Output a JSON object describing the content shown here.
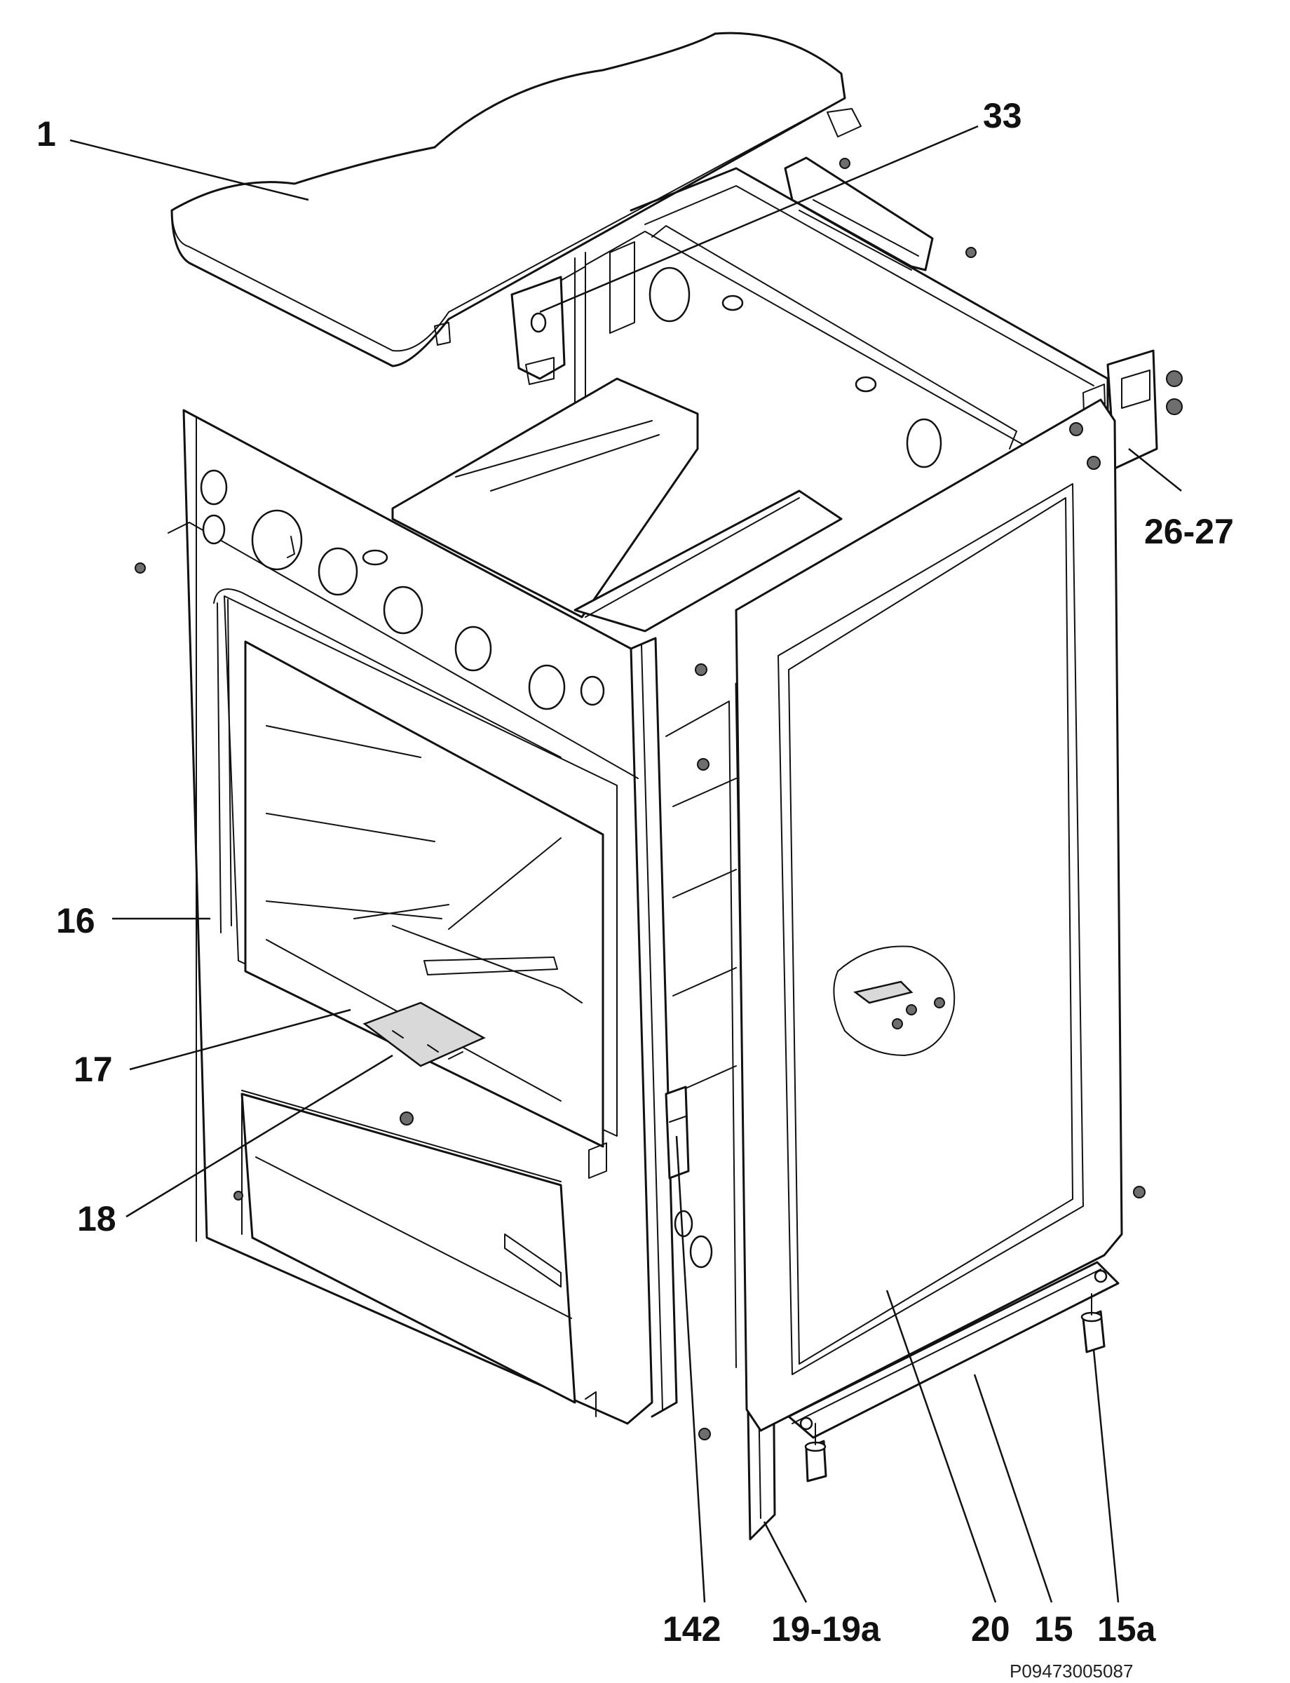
{
  "callouts": {
    "c1": "1",
    "c33": "33",
    "c26_27": "26-27",
    "c16": "16",
    "c17": "17",
    "c18": "18",
    "c142": "142",
    "c19_19a": "19-19a",
    "c20": "20",
    "c15": "15",
    "c15a": "15a"
  },
  "drawing_code": "P09473005087"
}
